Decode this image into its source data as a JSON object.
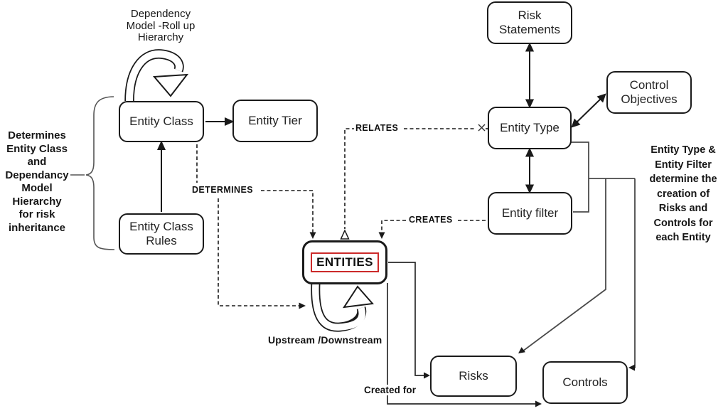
{
  "diagram": {
    "nodes": {
      "entity_class": "Entity Class",
      "entity_tier": "Entity Tier",
      "entity_class_rules": "Entity Class Rules",
      "risk_statements": "Risk Statements",
      "entity_type": "Entity Type",
      "control_objectives": "Control Objectives",
      "entity_filter": "Entity filter",
      "entities": "ENTITIES",
      "risks": "Risks",
      "controls": "Controls"
    },
    "edge_labels": {
      "determines": "DETERMINES",
      "relates": "RELATES",
      "creates": "CREATES",
      "upstream_downstream": "Upstream /Downstream",
      "created_for": "Created for"
    },
    "notes": {
      "rollup": "Dependency\nModel -Roll up\nHierarchy",
      "left": "Determines\nEntity Class\nand\nDependancy\nModel\nHierarchy\nfor risk\ninheritance",
      "right": "Entity Type &\nEntity Filter\ndetermine the\ncreation of\nRisks and\nControls for\neach Entity"
    },
    "colors": {
      "line": "#1a1a1a",
      "secondary_line": "#4a4a4a",
      "entities_highlight": "#cc2a2a",
      "background": "#ffffff"
    }
  }
}
